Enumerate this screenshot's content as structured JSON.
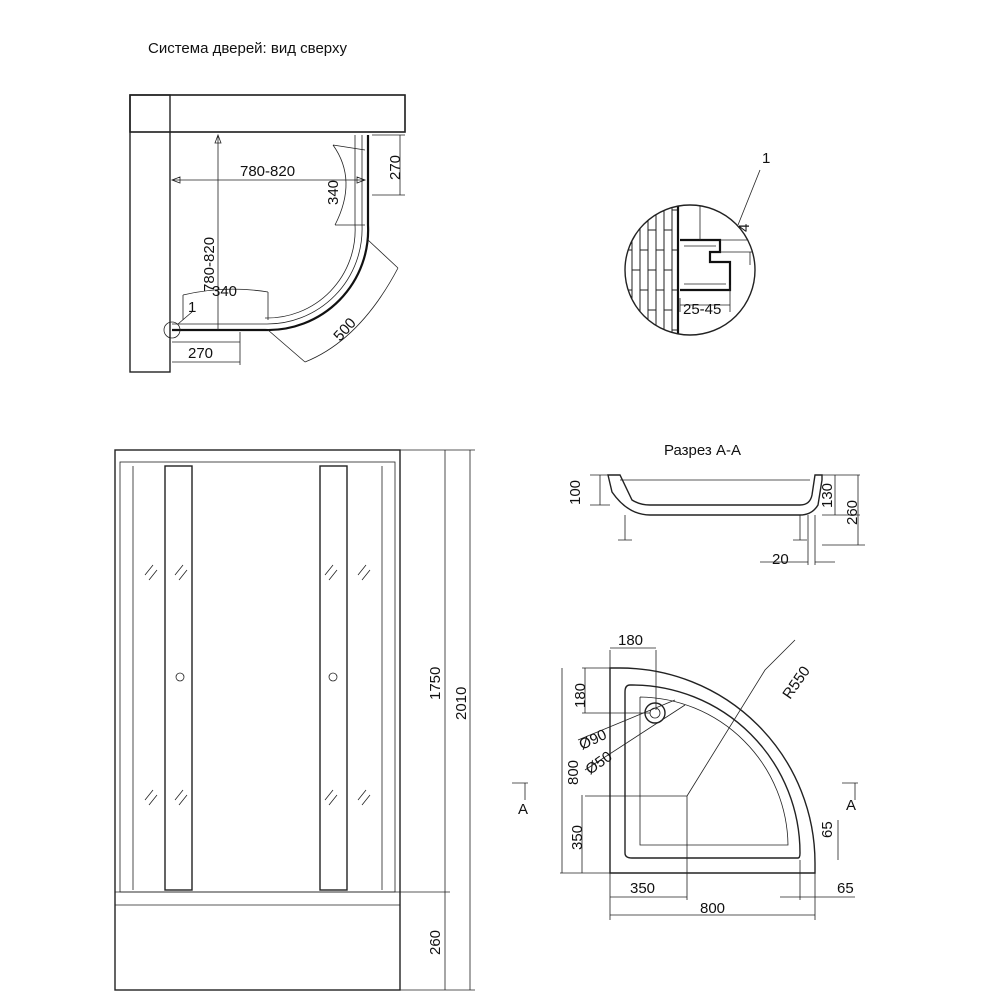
{
  "top_view": {
    "title": "Система дверей: вид сверху",
    "dim_width": "780-820",
    "dim_depth": "780-820",
    "dim_door_swing_right": "340",
    "dim_door_swing_left": "340",
    "dim_fixed_right": "270",
    "dim_fixed_bottom": "270",
    "dim_opening": "500",
    "callout": "1"
  },
  "detail": {
    "callout": "1",
    "dim_gap": "4",
    "dim_adjust": "25-45"
  },
  "front_view": {
    "dim_panel_height": "1750",
    "dim_total_height": "2010",
    "dim_tray_height": "260"
  },
  "section": {
    "title": "Разрез А-А",
    "dim_rim": "100",
    "dim_tray": "130",
    "dim_total": "260",
    "dim_leg": "20"
  },
  "tray_plan": {
    "dim_drain_x": "180",
    "dim_drain_y": "180",
    "dim_radius": "R550",
    "dim_outer_drain": "Ø90",
    "dim_inner_drain": "Ø50",
    "dim_depth": "800",
    "dim_straight_y": "350",
    "dim_straight_x": "350",
    "dim_width": "800",
    "dim_rim_side": "65",
    "dim_rim_front": "65",
    "section_mark_left": "A",
    "section_mark_right": "A"
  }
}
